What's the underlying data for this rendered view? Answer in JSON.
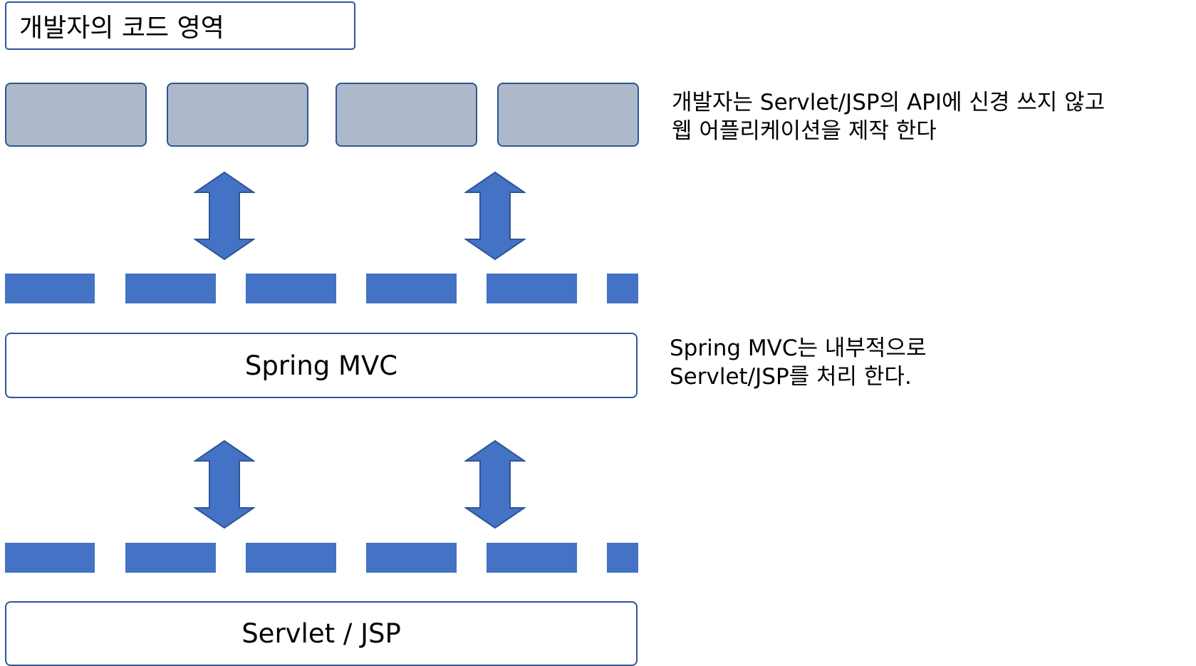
{
  "developer_area": {
    "title": "개발자의 코드 영역",
    "modules": [
      "",
      "",
      "",
      ""
    ]
  },
  "layers": {
    "spring_mvc": "Spring MVC",
    "servlet_jsp": "Servlet / JSP"
  },
  "notes": {
    "developer": {
      "line1": "개발자는 Servlet/JSP의 API에 신경 쓰지 않고",
      "line2": "웹 어플리케이션을 제작 한다"
    },
    "spring": {
      "line1": "Spring MVC는 내부적으로",
      "line2": "Servlet/JSP를 처리 한다."
    }
  },
  "colors": {
    "accent_blue": "#4472c4",
    "border_blue": "#2f5597",
    "module_fill": "#adb9ca"
  },
  "icons": [
    "double-arrow-icon"
  ]
}
